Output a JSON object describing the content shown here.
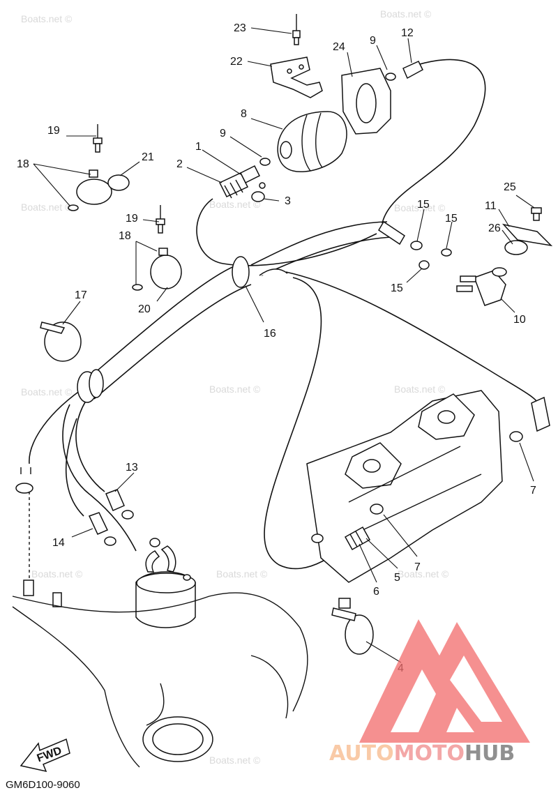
{
  "diagram": {
    "part_code": "GM6D100-9060",
    "fwd_label": "FWD",
    "watermark": "Boats.net ©",
    "callouts": {
      "c1": "1",
      "c2": "2",
      "c3": "3",
      "c4": "4",
      "c5": "5",
      "c6": "6",
      "c7a": "7",
      "c7b": "7",
      "c8": "8",
      "c9a": "9",
      "c9b": "9",
      "c10": "10",
      "c11": "11",
      "c12": "12",
      "c13": "13",
      "c14": "14",
      "c15a": "15",
      "c15b": "15",
      "c15c": "15",
      "c16": "16",
      "c17": "17",
      "c18a": "18",
      "c18b": "18",
      "c19a": "19",
      "c19b": "19",
      "c20": "20",
      "c21": "21",
      "c22": "22",
      "c23": "23",
      "c24": "24",
      "c25": "25",
      "c26": "26"
    },
    "logo": {
      "part1": "AUTO",
      "part2": "MOTO",
      "part3": "HUB",
      "colors": {
        "auto": "#f7b98a",
        "moto": "#f08a8a",
        "hub": "#6b6b6b",
        "mark": "#f26b6b"
      }
    }
  }
}
